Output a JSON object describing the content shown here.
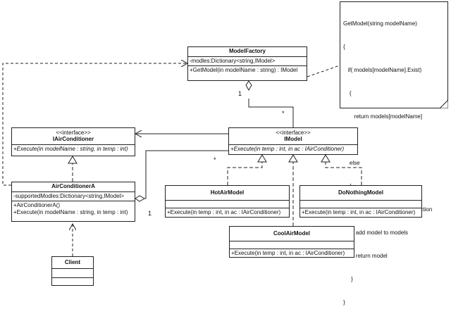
{
  "classes": {
    "model_factory": {
      "name": "ModelFactory",
      "attributes": [
        "-modles:Dictionary<string,IModel>"
      ],
      "operations": [
        "+GetModel(in modelName : string) : IModel"
      ]
    },
    "iaircond": {
      "stereotype": "<<interface>>",
      "name": "IAirConditioner",
      "attributes": [],
      "operations": [
        "+Execute(in modelName : string, in temp : int)"
      ]
    },
    "imodel": {
      "stereotype": "<<interface>>",
      "name": "IModel",
      "operations": [
        "+Execute(in temp : int, in ac : IAirConditioner)"
      ]
    },
    "aircond_a": {
      "name": "AirConditionerA",
      "attributes": [
        "-supportedModles:Dictionary<string,IModel>"
      ],
      "operations": [
        "+AirConditionerA()",
        "+Execute(in modelName : string, in temp : int)"
      ]
    },
    "hot": {
      "name": "HotAirModel",
      "attributes": [],
      "operations": [
        "+Execute(in temp : int, in ac : IAirConditioner)"
      ]
    },
    "donothing": {
      "name": "DoNothingModel",
      "attributes": [],
      "operations": [
        "+Execute(in temp : int, in ac : IAirConditioner)"
      ]
    },
    "cool": {
      "name": "CoolAirModel",
      "attributes": [],
      "operations": [
        "+Execute(in temp : int, in ac : IAirConditioner)"
      ]
    },
    "client": {
      "name": "Client",
      "attributes": [],
      "operations": []
    }
  },
  "note": {
    "lines": [
      "GetModel(string modelName)",
      "{",
      "   if( models[modelName].Exist)",
      "    {",
      "       return models[modelName]",
      "    }",
      "    else",
      "    {",
      "        create model through refection",
      "        add model to models",
      "        return model",
      "     }",
      "}"
    ]
  },
  "multiplicities": {
    "factory_one": "1",
    "factory_many": "*",
    "aircond_many": "*",
    "aircond_one": "1"
  }
}
